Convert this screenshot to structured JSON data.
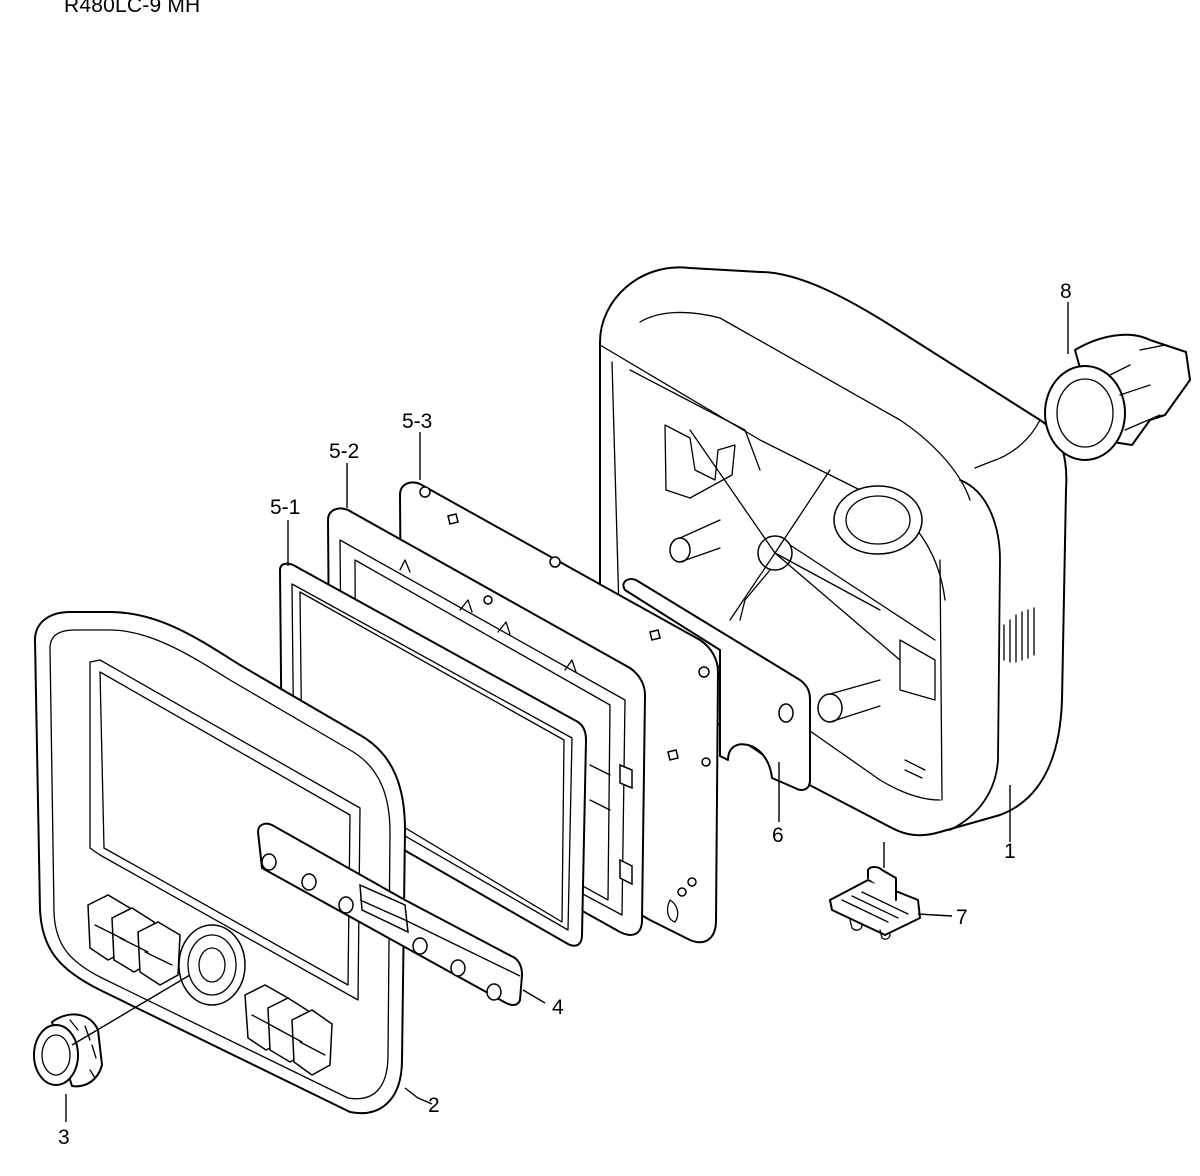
{
  "document": {
    "title": "R480LC-9 MH"
  },
  "callouts": [
    {
      "id": "1",
      "label": "1"
    },
    {
      "id": "2",
      "label": "2"
    },
    {
      "id": "3",
      "label": "3"
    },
    {
      "id": "4",
      "label": "4"
    },
    {
      "id": "5-1",
      "label": "5-1"
    },
    {
      "id": "5-2",
      "label": "5-2"
    },
    {
      "id": "5-3",
      "label": "5-3"
    },
    {
      "id": "6",
      "label": "6"
    },
    {
      "id": "7",
      "label": "7"
    },
    {
      "id": "8",
      "label": "8"
    }
  ]
}
